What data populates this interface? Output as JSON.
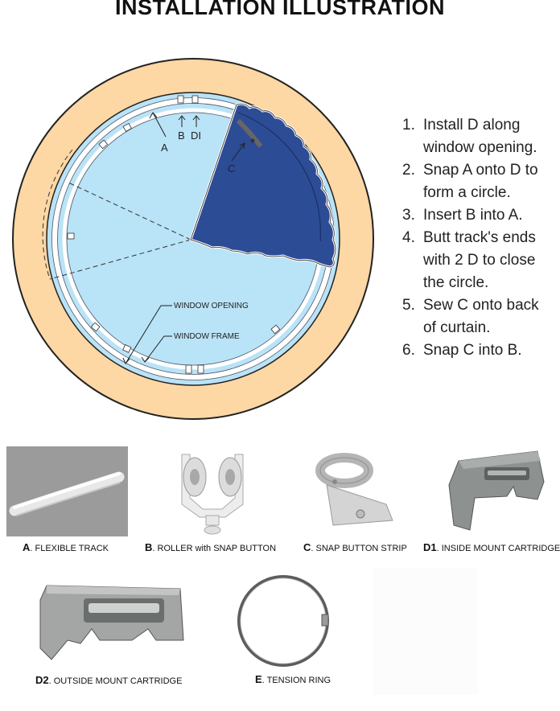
{
  "title": "INSTALLATION ILLUSTRATION",
  "diagram": {
    "callouts": {
      "a": "A",
      "b": "B",
      "d1": "DI",
      "c": "C",
      "window_opening": "WINDOW OPENING",
      "window_frame": "WINDOW FRAME"
    }
  },
  "steps": [
    {
      "num": "1.",
      "lines": [
        "Install D along",
        "window opening."
      ]
    },
    {
      "num": "2.",
      "lines": [
        "Snap A onto D to",
        "form a circle."
      ]
    },
    {
      "num": "3.",
      "lines": [
        "Insert B into A."
      ]
    },
    {
      "num": "4.",
      "lines": [
        "Butt track's ends",
        "with 2 D to close",
        "the circle."
      ]
    },
    {
      "num": "5.",
      "lines": [
        "Sew C onto back",
        "of curtain."
      ]
    },
    {
      "num": "6.",
      "lines": [
        "Snap C into B."
      ]
    }
  ],
  "parts": [
    {
      "letter": "A",
      "name": ". FLEXIBLE TRACK"
    },
    {
      "letter": "B",
      "name": ". ROLLER with SNAP BUTTON"
    },
    {
      "letter": "C",
      "name": ". SNAP BUTTON STRIP"
    },
    {
      "letter": "D1",
      "name": ". INSIDE MOUNT CARTRIDGE"
    },
    {
      "letter": "D2",
      "name": ". OUTSIDE MOUNT CARTRIDGE"
    },
    {
      "letter": "E",
      "name": ". TENSION RING"
    }
  ],
  "colors": {
    "frame": "#fdd7a4",
    "glass": "#b9e3f7",
    "curtain": "#2d4c96",
    "photo_bg": "#9b9b9b"
  }
}
